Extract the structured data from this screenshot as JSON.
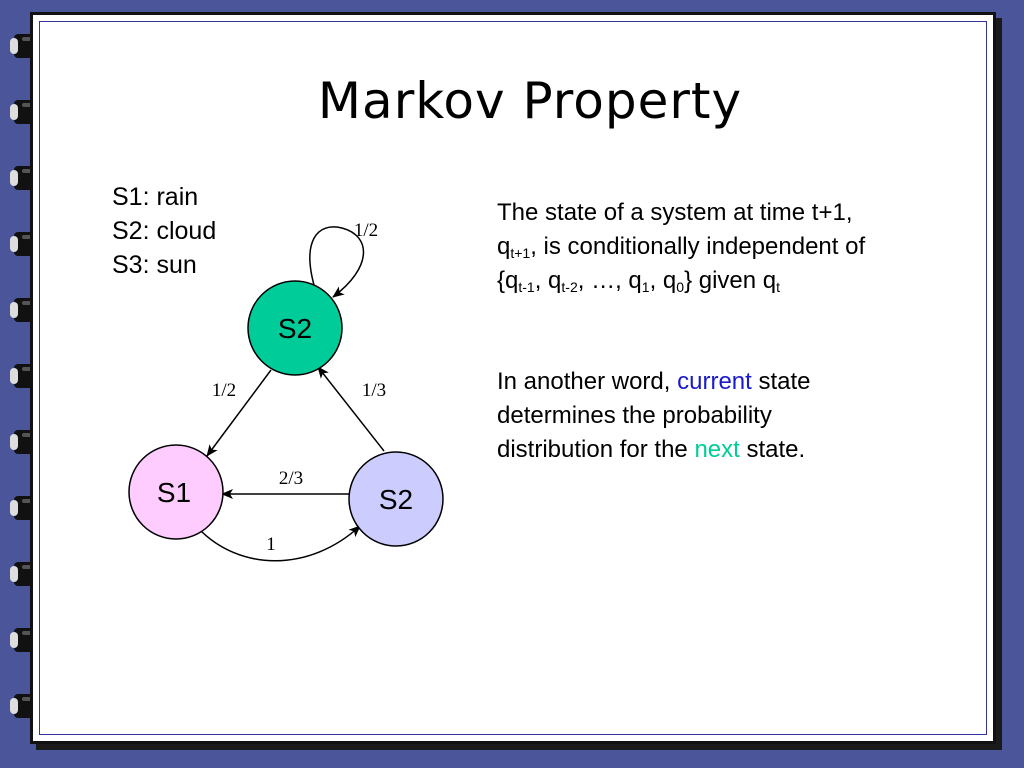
{
  "slide": {
    "title": "Markov Property",
    "legend": [
      "S1: rain",
      "S2: cloud",
      "S3: sun"
    ],
    "para1": {
      "line1": "The state of a system at time t+1,",
      "line2": {
        "q": "q",
        "sub": "t+1",
        "rest": ", is conditionally independent of"
      },
      "line3": {
        "open": "{q",
        "sub1": "t-1",
        "sep1": ", q",
        "sub2": "t-2",
        "sep2": ", …, q",
        "sub3": "1",
        "sep3": ", q",
        "sub4": "0",
        "close": "} given q",
        "sub5": "t"
      }
    },
    "para2": {
      "line1_pre": "In another word, ",
      "line1_kw": "current",
      "line1_post": " state",
      "line2": "determines the probability",
      "line3_pre": "distribution for the ",
      "line3_kw": "next",
      "line3_post": " state."
    },
    "colors": {
      "frame": "#4a559a",
      "keyword_current": "#1a1acc",
      "keyword_next": "#00cc99"
    }
  },
  "diagram": {
    "nodes": [
      {
        "id": "top",
        "label": "S2",
        "fill": "#00cc99"
      },
      {
        "id": "left",
        "label": "S1",
        "fill": "#ffccff"
      },
      {
        "id": "right",
        "label": "S2",
        "fill": "#ccccff"
      }
    ],
    "edges": [
      {
        "id": "self-loop",
        "label": "1/2"
      },
      {
        "id": "top-to-left",
        "label": "1/2"
      },
      {
        "id": "right-to-top",
        "label": "1/3"
      },
      {
        "id": "right-to-left",
        "label": "2/3"
      },
      {
        "id": "left-to-right",
        "label": "1"
      }
    ]
  }
}
